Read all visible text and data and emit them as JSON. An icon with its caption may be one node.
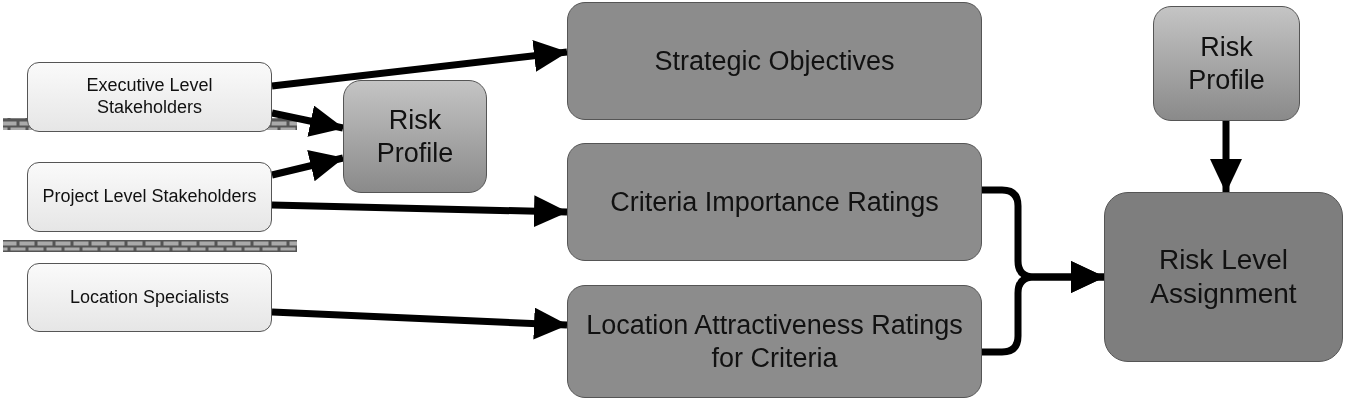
{
  "diagram": {
    "nodes": [
      {
        "text": [
          "Executive Level Stakeholders"
        ]
      },
      {
        "text": [
          "Project Level Stakeholders"
        ]
      },
      {
        "text": [
          "Location Specialists"
        ]
      },
      {
        "text": [
          "Risk Profile"
        ]
      },
      {
        "text": [
          "Strategic Objectives"
        ]
      },
      {
        "text": [
          "Criteria Importance Ratings"
        ]
      },
      {
        "text": [
          "Location Attractiveness Ratings for Criteria"
        ]
      },
      {
        "text": [
          "Risk Profile"
        ]
      },
      {
        "text": [
          "Risk Level Assignment"
        ]
      }
    ],
    "edges": [
      {
        "from": 0,
        "to": 4,
        "arrow": "to"
      },
      {
        "from": 0,
        "to": 3,
        "arrow": "to"
      },
      {
        "from": 1,
        "to": 3,
        "arrow": "to"
      },
      {
        "from": 1,
        "to": 5,
        "arrow": "to"
      },
      {
        "from": 2,
        "to": 6,
        "arrow": "to"
      },
      {
        "from": 7,
        "to": 8,
        "arrow": "to"
      },
      {
        "from": 5,
        "to": 8,
        "arrow": "to"
      },
      {
        "from": 6,
        "to": 8,
        "arrow": "to"
      }
    ]
  }
}
